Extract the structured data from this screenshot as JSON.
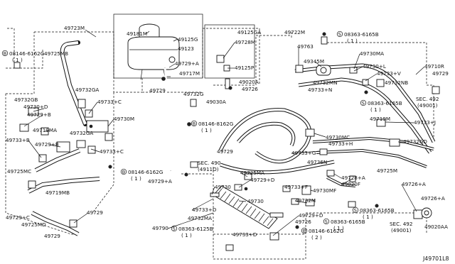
{
  "diagram_code": "J49701L8",
  "labels": {
    "l49723M": "49723M",
    "l49725MB": "49725MB",
    "l49181M": "49181M",
    "l49125G": "49125G",
    "l49123": "49123",
    "l49125GA": "49125GA",
    "l49728M": "49728M",
    "l49125P": "49125P",
    "l49729_top": "49729",
    "l49729A_top": "49729+A",
    "l49717M": "49717M",
    "l49732G": "49732G",
    "l49020A": "49020A",
    "l49726_top": "49726",
    "l49030A": "49030A",
    "l49722M": "49722M",
    "l49763": "49763",
    "l49345M": "49345M",
    "l49732MN": "49732MN",
    "l49733N": "49733+N",
    "l49730MA": "49730MA",
    "l49730L": "49730+L",
    "l49733V": "49733+V",
    "l49732NB": "49732NB",
    "l49710R": "49710R",
    "l49729_r": "49729",
    "l49719M": "49719M",
    "l49733J": "49733+J",
    "l49732GD": "49732GD",
    "l49730MC": "49730MC",
    "l49733H": "49733+H",
    "l49733G": "49733+G",
    "l49736N": "49736N",
    "l49725M_r": "49725M",
    "l49728A": "49728+A",
    "l49020F": "49020F",
    "l49730MF": "49730MF",
    "l49733F": "49733+F",
    "l49732M": "49732M",
    "l49726A": "49726+A",
    "l49726A_b": "49726+A",
    "l49020AA": "49020AA",
    "l49729_mid": "49729",
    "l49725MA": "49725MA",
    "l49729D_mid": "49729+D",
    "l49729A_mid": "49729+A",
    "l49730_mid": "49730",
    "l49730_b": "49730",
    "l49733D": "49733+D",
    "l49732MA": "49732MA",
    "l49733D_b": "49733+D",
    "l49790": "49790",
    "l49726_b": "49726",
    "l49729D_b": "49729+D",
    "l49732GB": "49732GB",
    "l49730D": "49730+D",
    "l49729B": "49729+B",
    "l49719MA": "49719MA",
    "l49733B": "49733+B",
    "l49729B_2": "49729+B",
    "l49725MC": "49725MC",
    "l49719MB": "49719MB",
    "l49729C": "49729+C",
    "l49725MD": "49725MD",
    "l49729_bl": "49729",
    "l49729_bl2": "49729",
    "l49732GA": "49732GA",
    "l49733C": "49733+C",
    "l49730M": "49730M",
    "l49732GA_2": "49732GA",
    "l49733C_2": "49733+C"
  },
  "callouts": {
    "c1": {
      "code": "08146-6162G",
      "qty": "( 1 )"
    },
    "c2": {
      "code": "08146-8162G",
      "qty": "( 1 )"
    },
    "c3": {
      "code": "08146-6162G",
      "qty": "( 1 )"
    },
    "c4": {
      "code": "08363-6165B",
      "qty": "( 1 )"
    },
    "c5": {
      "code": "08363-6165B",
      "qty": "( 1 )"
    },
    "c6": {
      "code": "08363-6165B",
      "qty": "( 1 )"
    },
    "c7": {
      "code": "08363-6165B",
      "qty": "( 1 )"
    },
    "c8": {
      "code": "08363-6125B",
      "qty": "( 1 )"
    },
    "c9": {
      "code": "08146-6162G",
      "qty": "( 2 )"
    }
  },
  "callout_prefixes": {
    "bolt": "B",
    "screw": "S"
  },
  "sections": {
    "s490": {
      "title": "SEC. 490",
      "ref": "(4911O)"
    },
    "s492a": {
      "title": "SEC. 492",
      "ref": "(49001)"
    },
    "s492b": {
      "title": "SEC. 492",
      "ref": "(49001)"
    }
  }
}
